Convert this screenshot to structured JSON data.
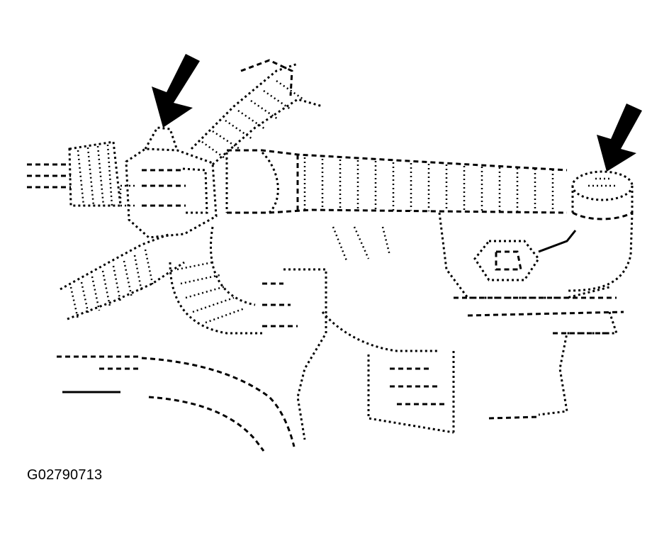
{
  "figure": {
    "id_label": "G02790713",
    "ink_color": "#000000",
    "background_color": "#ffffff",
    "callouts": [
      {
        "name": "arrow-left",
        "target": "connector-on-hose-left"
      },
      {
        "name": "arrow-right",
        "target": "cap-on-pipe-right"
      }
    ]
  }
}
